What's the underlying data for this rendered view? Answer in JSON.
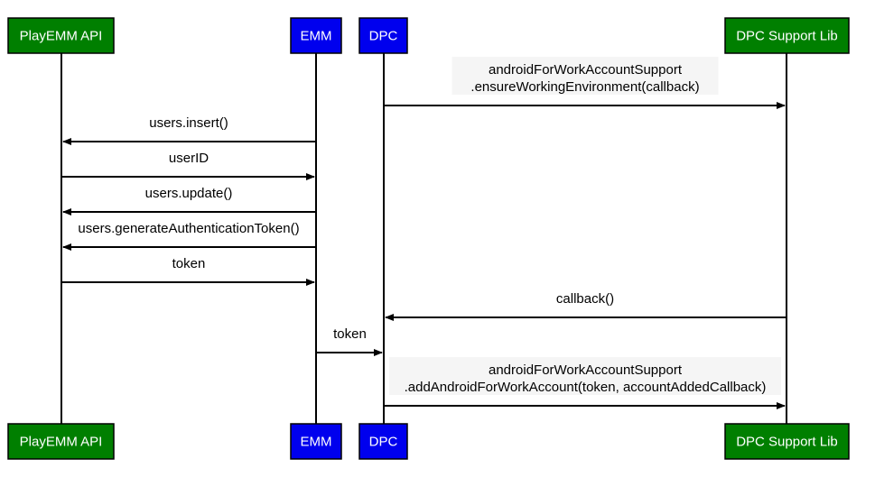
{
  "actors": [
    {
      "id": "playemm",
      "label": "PlayEMM API",
      "color": "#007f00"
    },
    {
      "id": "emm",
      "label": "EMM",
      "color": "#0000ee"
    },
    {
      "id": "dpc",
      "label": "DPC",
      "color": "#0000ee"
    },
    {
      "id": "supportlib",
      "label": "DPC Support Lib",
      "color": "#007f00"
    }
  ],
  "messages": [
    {
      "from": "dpc",
      "to": "supportlib",
      "lines": [
        "androidForWorkAccountSupport",
        ".ensureWorkingEnvironment(callback)"
      ],
      "label_bg": "#f5f5f5"
    },
    {
      "from": "emm",
      "to": "playemm",
      "lines": [
        "users.insert()"
      ]
    },
    {
      "from": "playemm",
      "to": "emm",
      "lines": [
        "userID"
      ]
    },
    {
      "from": "emm",
      "to": "playemm",
      "lines": [
        "users.update()"
      ]
    },
    {
      "from": "emm",
      "to": "playemm",
      "lines": [
        "users.generateAuthenticationToken()"
      ]
    },
    {
      "from": "playemm",
      "to": "emm",
      "lines": [
        "token"
      ]
    },
    {
      "from": "supportlib",
      "to": "dpc",
      "lines": [
        "callback()"
      ]
    },
    {
      "from": "emm",
      "to": "dpc",
      "lines": [
        "token"
      ]
    },
    {
      "from": "dpc",
      "to": "supportlib",
      "lines": [
        "androidForWorkAccountSupport",
        ".addAndroidForWorkAccount(token, accountAddedCallback)"
      ],
      "label_bg": "#f5f5f5"
    }
  ]
}
